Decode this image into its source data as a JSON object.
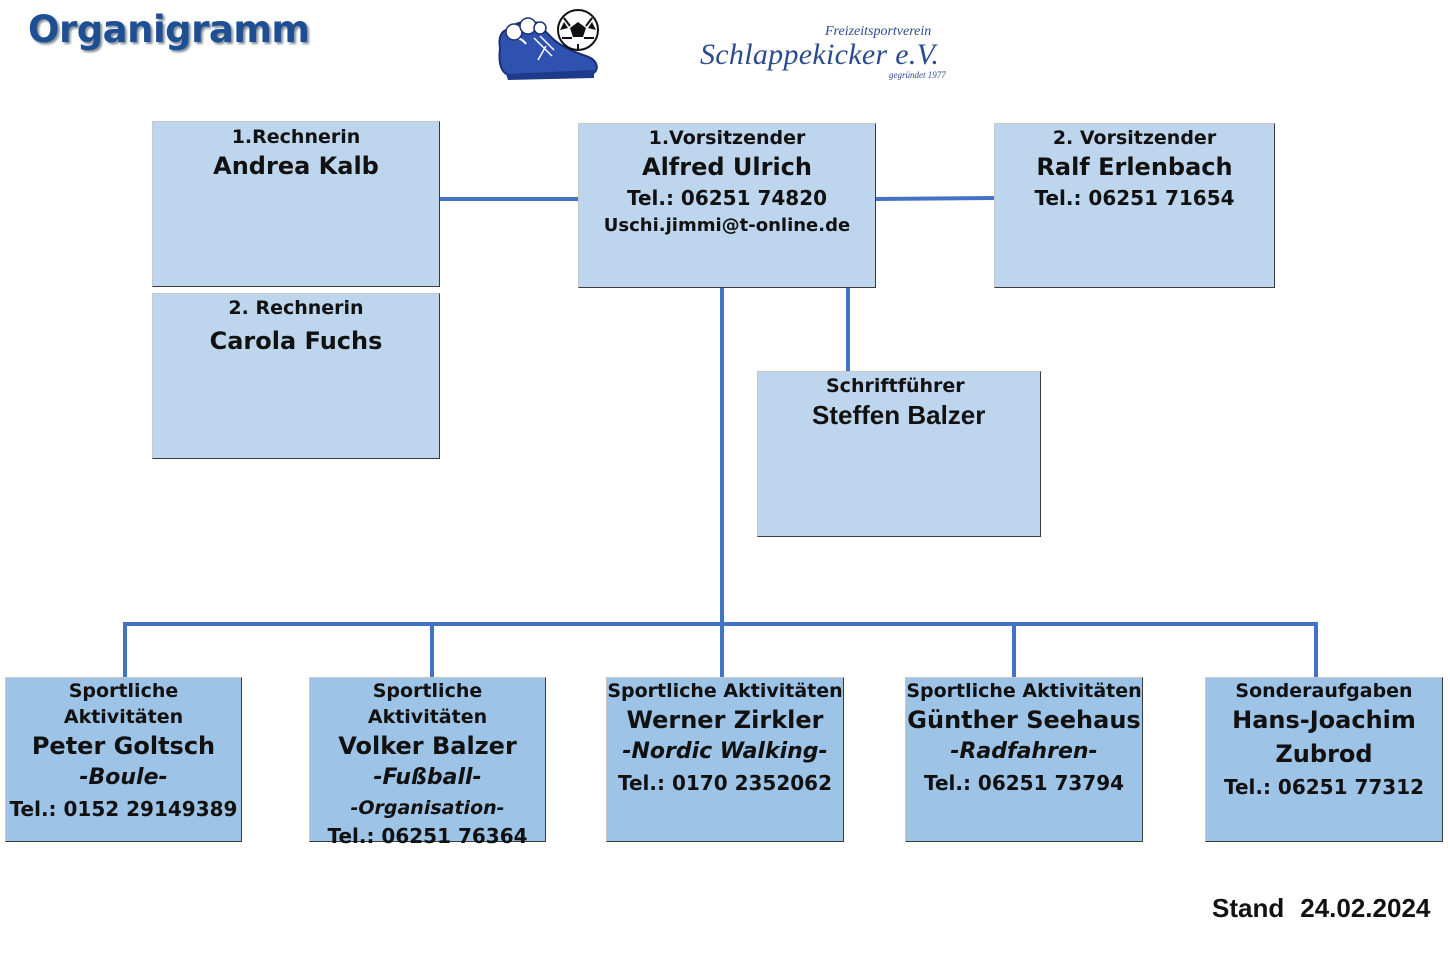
{
  "title": "Organigramm",
  "club": {
    "tagline": "Freizeitsportverein",
    "name": "Schlappekicker e.V.",
    "founded": "gegründet 1977"
  },
  "boxes": {
    "chair1": {
      "role": "1.Vorsitzender",
      "name": "Alfred Ulrich",
      "tel": "Tel.: 06251 74820",
      "email": "Uschi.jimmi@t-online.de"
    },
    "chair2": {
      "role": "2. Vorsitzender",
      "name": "Ralf Erlenbach",
      "tel": "Tel.: 06251 71654"
    },
    "treasurer1": {
      "role": "1.Rechnerin",
      "name": "Andrea Kalb"
    },
    "treasurer2": {
      "role": "2. Rechnerin",
      "name": "Carola Fuchs"
    },
    "secretary": {
      "role": "Schriftführer",
      "name": "Steffen Balzer"
    },
    "sport1": {
      "role": "Sportliche Aktivitäten",
      "name": "Peter Goltsch",
      "activity": "-Boule-",
      "tel": "Tel.: 0152 29149389"
    },
    "sport2": {
      "role": "Sportliche Aktivitäten",
      "name": "Volker Balzer",
      "activity": "-Fußball-",
      "activity2": "-Organisation-",
      "tel": "Tel.: 06251 76364"
    },
    "sport3": {
      "role": "Sportliche Aktivitäten",
      "name": "Werner Zirkler",
      "activity": "-Nordic Walking-",
      "tel": "Tel.: 0170 2352062"
    },
    "sport4": {
      "role": "Sportliche Aktivitäten",
      "name": "Günther Seehaus",
      "activity": "-Radfahren-",
      "tel": "Tel.: 06251 73794"
    },
    "special": {
      "role": "Sonderaufgaben",
      "name": "Hans-Joachim",
      "name2": "Zubrod",
      "tel": "Tel.: 06251 77312"
    }
  },
  "stand": {
    "label": "Stand",
    "date": "24.02.2024"
  },
  "colors": {
    "line": "#4472c4",
    "box_top": "#bdd6ee",
    "box_bottom": "#9dc3e6",
    "title": "#1f4f93",
    "club": "#2b4b8e"
  }
}
